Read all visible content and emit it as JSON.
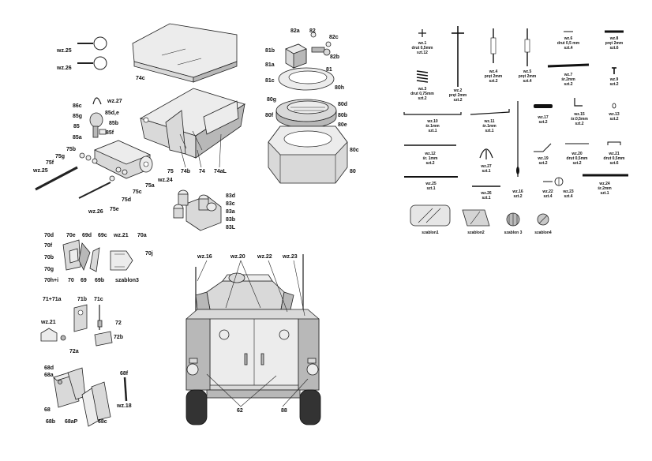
{
  "colors": {
    "part_fill": "#d9d9d9",
    "part_dark": "#b8b8b8",
    "part_light": "#ececec",
    "ink": "#111111"
  },
  "labels": {
    "wz25a": "wz.25",
    "wz26a": "wz.26",
    "p74c": "74c",
    "p82a": "82a",
    "p82": "82",
    "p82c": "82c",
    "p81b": "81b",
    "p82b": "82b",
    "p81a": "81a",
    "p81": "81",
    "p81c": "81c",
    "p80h": "80h",
    "p80g": "80g",
    "p80d": "80d",
    "p80f": "80f",
    "p80b": "80b",
    "p80e": "80e",
    "p80c": "80c",
    "p80": "80",
    "p86c": "86c",
    "wz27a": "wz.27",
    "p85g": "85g",
    "p85de": "85d,e",
    "p85b": "85b",
    "p85": "85",
    "p85f": "85f",
    "p85a": "85a",
    "p75b": "75b",
    "p75g": "75g",
    "p75f": "75f",
    "wz25b": "wz.25",
    "p75": "75",
    "p75a": "75a",
    "wz24": "wz.24",
    "p75c": "75c",
    "p75d": "75d",
    "p75e": "75e",
    "wz26b": "wz.26",
    "p74b": "74b",
    "p74": "74",
    "p74al": "74aL",
    "p83d": "83d",
    "p83c": "83c",
    "p83a": "83a",
    "p83b": "83b",
    "p83l": "83L",
    "p70d": "70d",
    "p70e": "70e",
    "p69d": "69d",
    "p69c": "69c",
    "wz21a": "wz.21",
    "p70a": "70a",
    "p70f": "70f",
    "p70j": "70j",
    "p70b": "70b",
    "p70g": "70g",
    "p70hi": "70h+i",
    "p70": "70",
    "p69": "69",
    "p69b": "69b",
    "szablon3a": "szablon3",
    "p7171a": "71+71a",
    "p71b": "71b",
    "p71c": "71c",
    "wz21b": "wz.21",
    "p72": "72",
    "p72b": "72b",
    "p72a": "72a",
    "p68d": "68d",
    "p68a": "68a",
    "p68f": "68f",
    "wz18b": "wz.18",
    "p68": "68",
    "p68b": "68b",
    "p68ap": "68aP",
    "p68c": "68c",
    "wz16b": "wz.16",
    "wz20b": "wz.20",
    "wz22b": "wz.22",
    "wz23b": "wz.23",
    "p62": "62",
    "p88": "88"
  },
  "wire_parts": {
    "wz1": [
      "wz.1",
      "drut 0,5mm",
      "szt.12"
    ],
    "wz2": [
      "wz.2",
      "pręt 2mm",
      "szt.2"
    ],
    "wz4": [
      "wz.4",
      "pręt 2mm",
      "szt.2"
    ],
    "wz5": [
      "wz.5",
      "pręt 2mm",
      "szt.4"
    ],
    "wz6": [
      "wz.6",
      "drut 0,5 mm",
      "szt.4"
    ],
    "wz8": [
      "wz.8",
      "pręt 2mm",
      "szt.6"
    ],
    "wz3": [
      "wz.3",
      "drut 0,75mm",
      "szt.2"
    ],
    "wz7": [
      "wz.7",
      "śr.2mm",
      "szt.2"
    ],
    "wz9": [
      "wz.9",
      "szt.2"
    ],
    "wz10": [
      "wz.10",
      "śr.1mm",
      "szt.1"
    ],
    "wz11": [
      "wz.11",
      "śr.1mm",
      "szt.1"
    ],
    "wz17": [
      "wz.17",
      "szt.2"
    ],
    "wz15": [
      "wz.15",
      "śr.0,5mm",
      "szt.2"
    ],
    "wz13": [
      "wz.13",
      "szt.2"
    ],
    "wz12": [
      "wz.12",
      "śr. 1mm",
      "szt.2"
    ],
    "wz27": [
      "wz.27",
      "szt.1"
    ],
    "wz19": [
      "wz.19",
      "szt.2"
    ],
    "wz20": [
      "wz.20",
      "drut 0,5mm",
      "szt.2"
    ],
    "wz21": [
      "wz.21",
      "drut 0,5mm",
      "szt.6"
    ],
    "wz25": [
      "wz.25",
      "szt.1"
    ],
    "wz26": [
      "wz.26",
      "szt.1"
    ],
    "wz16": [
      "wz.16",
      "szt.2"
    ],
    "wz22": [
      "wz.22",
      "szt.4"
    ],
    "wz23": [
      "wz.23",
      "szt.4"
    ],
    "wz24": [
      "wz.24",
      "śr.2mm",
      "szt.1"
    ]
  },
  "templates": [
    "szablon1",
    "szablon2",
    "szablon 3",
    "szablon4"
  ]
}
